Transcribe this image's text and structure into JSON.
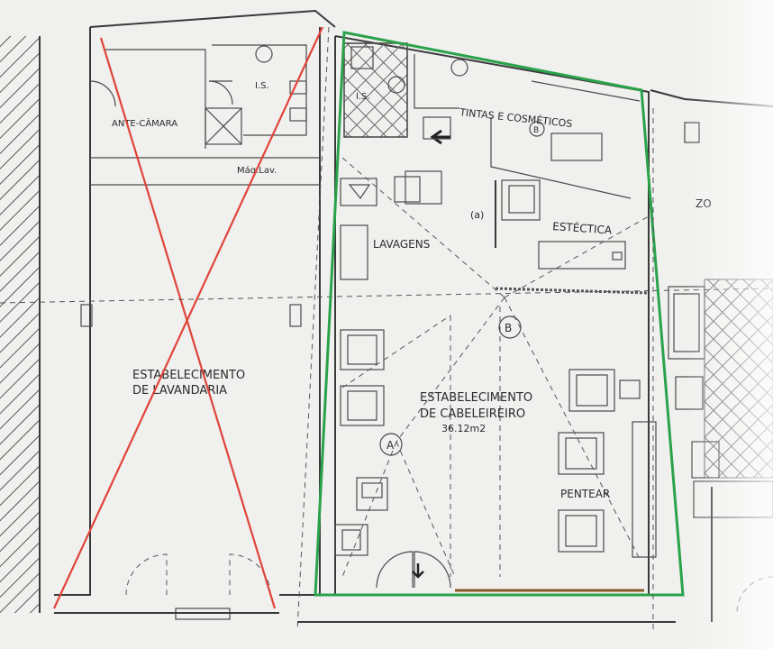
{
  "colors": {
    "background": "#f0f0ee",
    "wall": "#3a3a3a",
    "removed_cross": "#e0443a",
    "selected_area_outline": "#2aa24a",
    "sun_glare": "#ffffff"
  },
  "left_unit": {
    "ante_camara": "ANTE-CÂMARA",
    "is": "I.S.",
    "maq_lav": "Máq.Lav.",
    "main_line1": "ESTABELECIMENTO",
    "main_line2": "DE LAVANDARIA",
    "status": "crossed out"
  },
  "right_unit": {
    "is": "I.S.",
    "tintas": "TINTAS E COSMÉTICOS",
    "lavagens": "LAVAGENS",
    "estetica": "ESTÉCTICA",
    "main_line1": "ESTABELECIMENTO",
    "main_line2": "DE CABELEIREIRO",
    "area": "36.12m2",
    "pentear": "PENTEAR",
    "section_a": "A",
    "section_b": "B",
    "small_a": "(a)",
    "small_b": "B",
    "status": "outlined in green"
  },
  "edge_fragments": {
    "zo": "ZO"
  }
}
